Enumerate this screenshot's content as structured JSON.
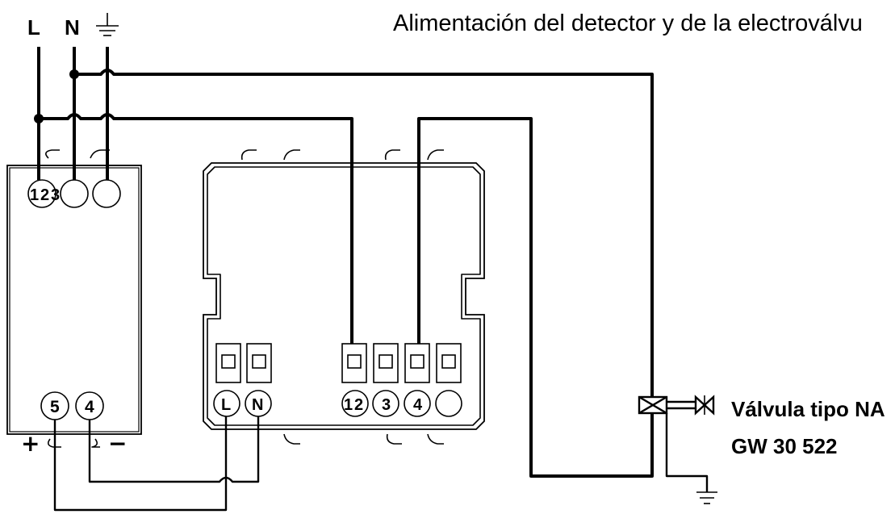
{
  "title": "Alimentación del detector y de la electroválvu",
  "supply": {
    "line": "L",
    "neutral": "N"
  },
  "detector": {
    "terminals": [
      "1",
      "2",
      "3"
    ],
    "out_terminals": [
      "5",
      "4"
    ]
  },
  "polarity": {
    "plus": "+",
    "minus": "−"
  },
  "module": {
    "terminals": [
      "L",
      "N",
      "1",
      "2",
      "3",
      "4"
    ]
  },
  "valve": {
    "label_line1": "Válvula tipo NA",
    "label_line2": "GW 30 522"
  }
}
